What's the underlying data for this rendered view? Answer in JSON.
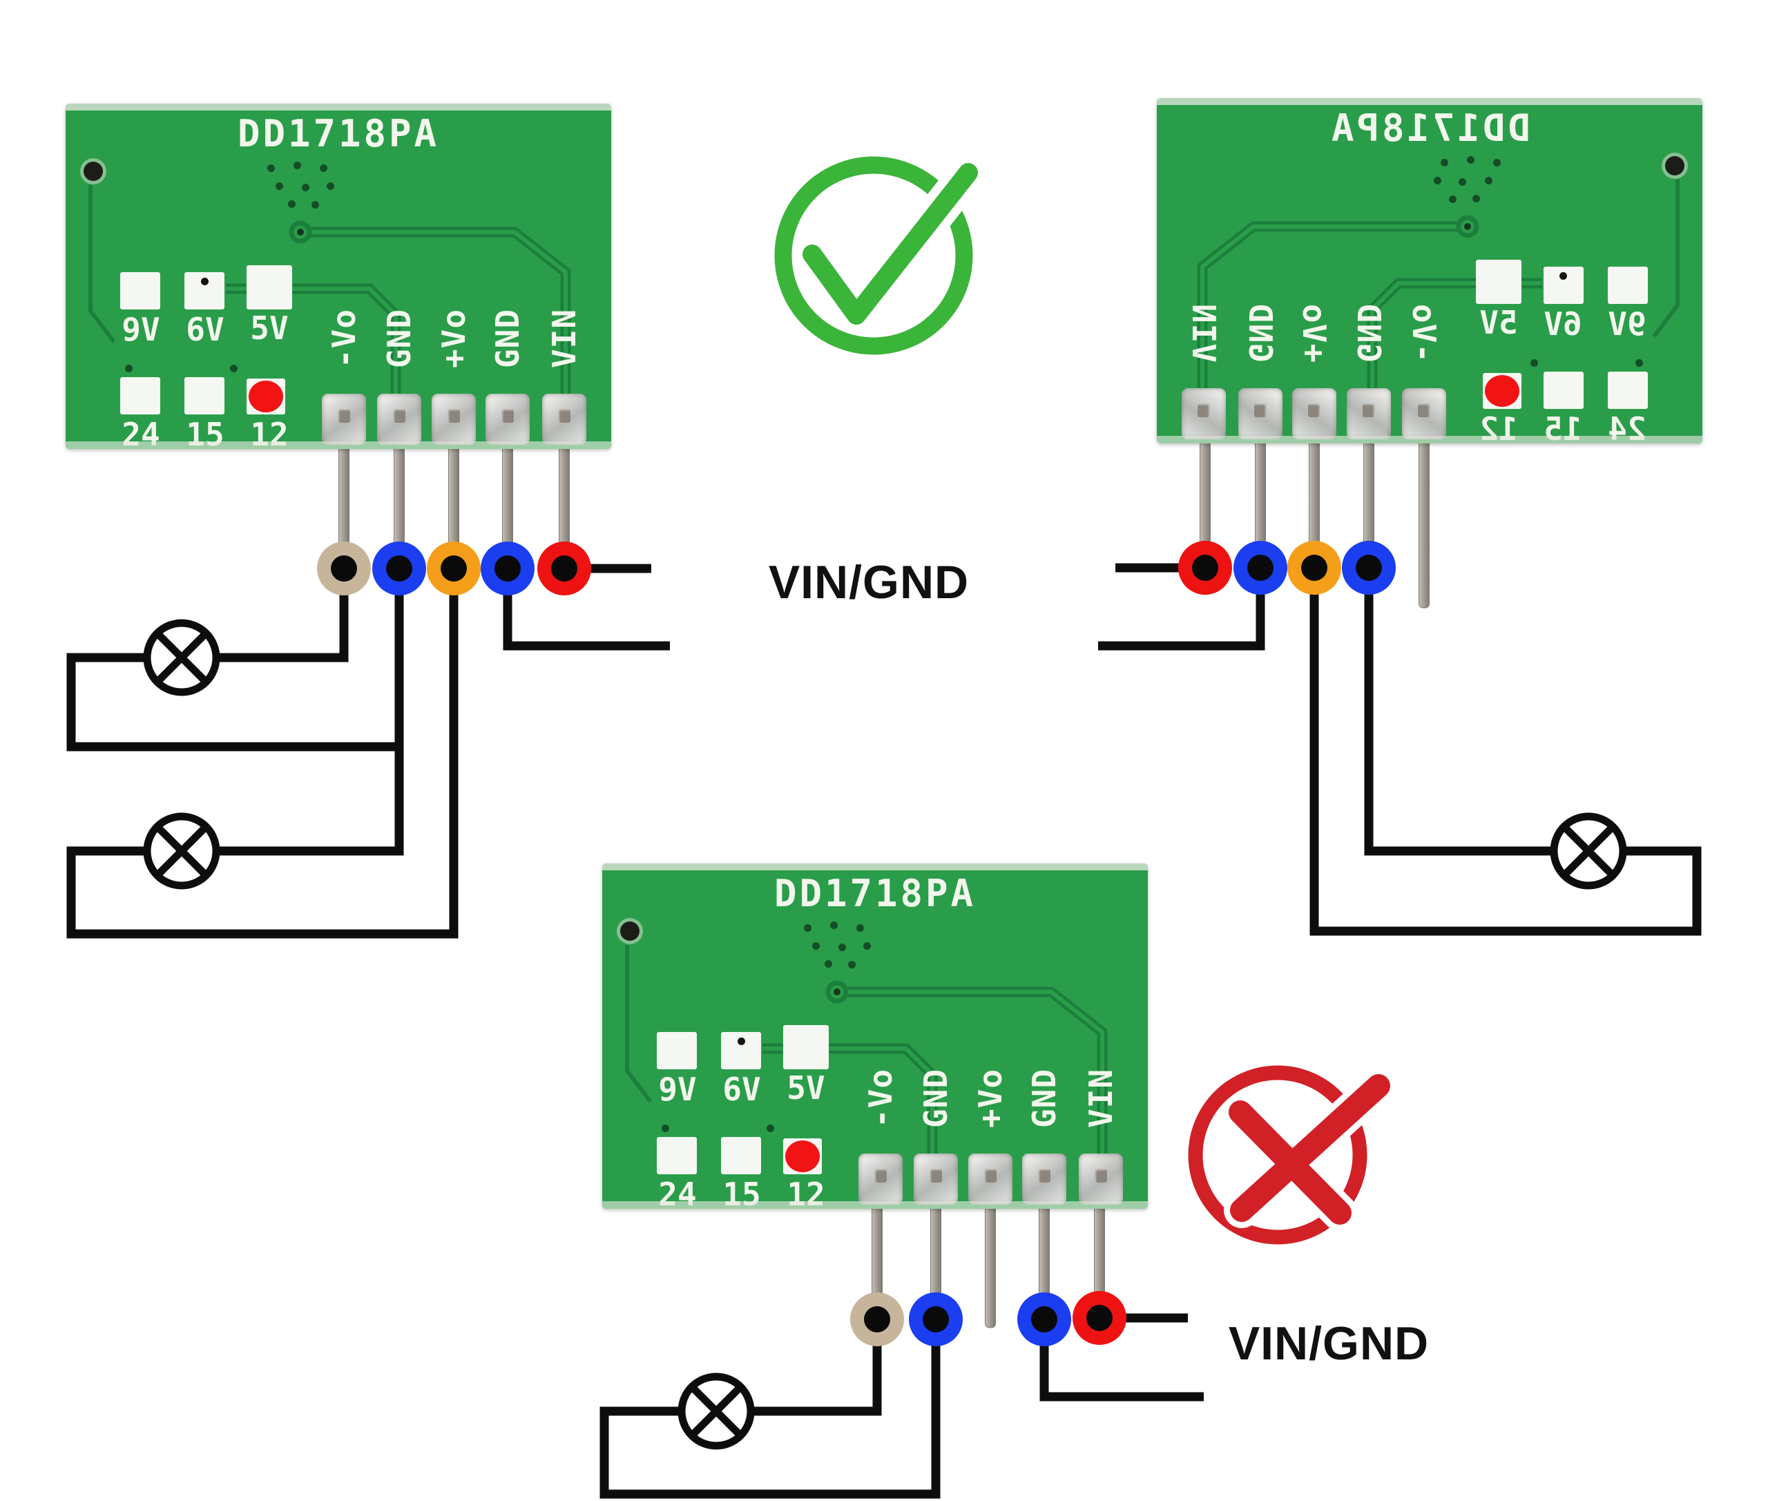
{
  "board": {
    "title": "DD1718PA",
    "voltage_pads": [
      "9V",
      "6V",
      "5V"
    ],
    "channel_pads": [
      "24",
      "15",
      "12"
    ],
    "pin_labels": [
      "-Vo",
      "GND",
      "+Vo",
      "GND",
      "VIN"
    ]
  },
  "modules": [
    {
      "id": "top-left",
      "mirrored": false
    },
    {
      "id": "top-right",
      "mirrored": true
    },
    {
      "id": "bottom",
      "mirrored": false
    }
  ],
  "labels": {
    "vin_gnd_top": "VIN/GND",
    "vin_gnd_bottom": "VIN/GND"
  },
  "icons": {
    "correct": "check-circle-icon",
    "incorrect": "cross-circle-icon",
    "lamp": "lamp-icon"
  },
  "colors": {
    "board_green": "#2a9d4a",
    "board_edge": "#dfe6da",
    "trace": "#1c7f3c",
    "silkscreen": "#f2f6ec",
    "pad_white": "#f4f7f2",
    "marker_red": "#f21414",
    "wire": "#0d0d0d",
    "dot_tan": "#c7b59b",
    "dot_blue": "#1a3ef0",
    "dot_orange": "#f59e19",
    "dot_red": "#ee1212",
    "dot_core": "#0a0a0a",
    "check_green": "#3bb43a",
    "cross_red": "#d22027",
    "text": "#111111"
  }
}
